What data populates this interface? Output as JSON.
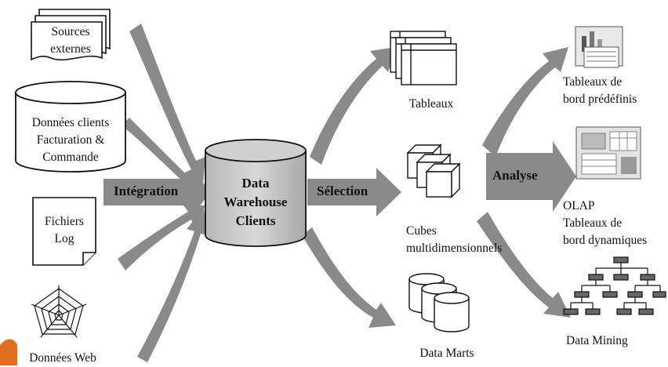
{
  "sources": {
    "external": "Sources\nexternes",
    "clients": "Données clients\nFacturation &\nCommande",
    "logs": "Fichiers\nLog",
    "web": "Données Web"
  },
  "center": {
    "warehouse": "Data\nWarehouse\nClients"
  },
  "arrows": {
    "integration": "Intégration",
    "selection": "Sélection",
    "analysis": "Analyse"
  },
  "outputs": {
    "tables": "Tableaux",
    "cubes": "Cubes\nmultidimensionnels",
    "marts": "Data Marts"
  },
  "analysis": {
    "dashboards": "Tableaux de\nbord prédéfinis",
    "olap": "OLAP\nTableaux de\nbord dynamiques",
    "mining": "Data Mining"
  },
  "colors": {
    "arrow": "#8a8a8a",
    "arrow_dark": "#6e6e6e",
    "cylinder_fill": "#c8c8c8",
    "accent_orange": "#e07020"
  }
}
